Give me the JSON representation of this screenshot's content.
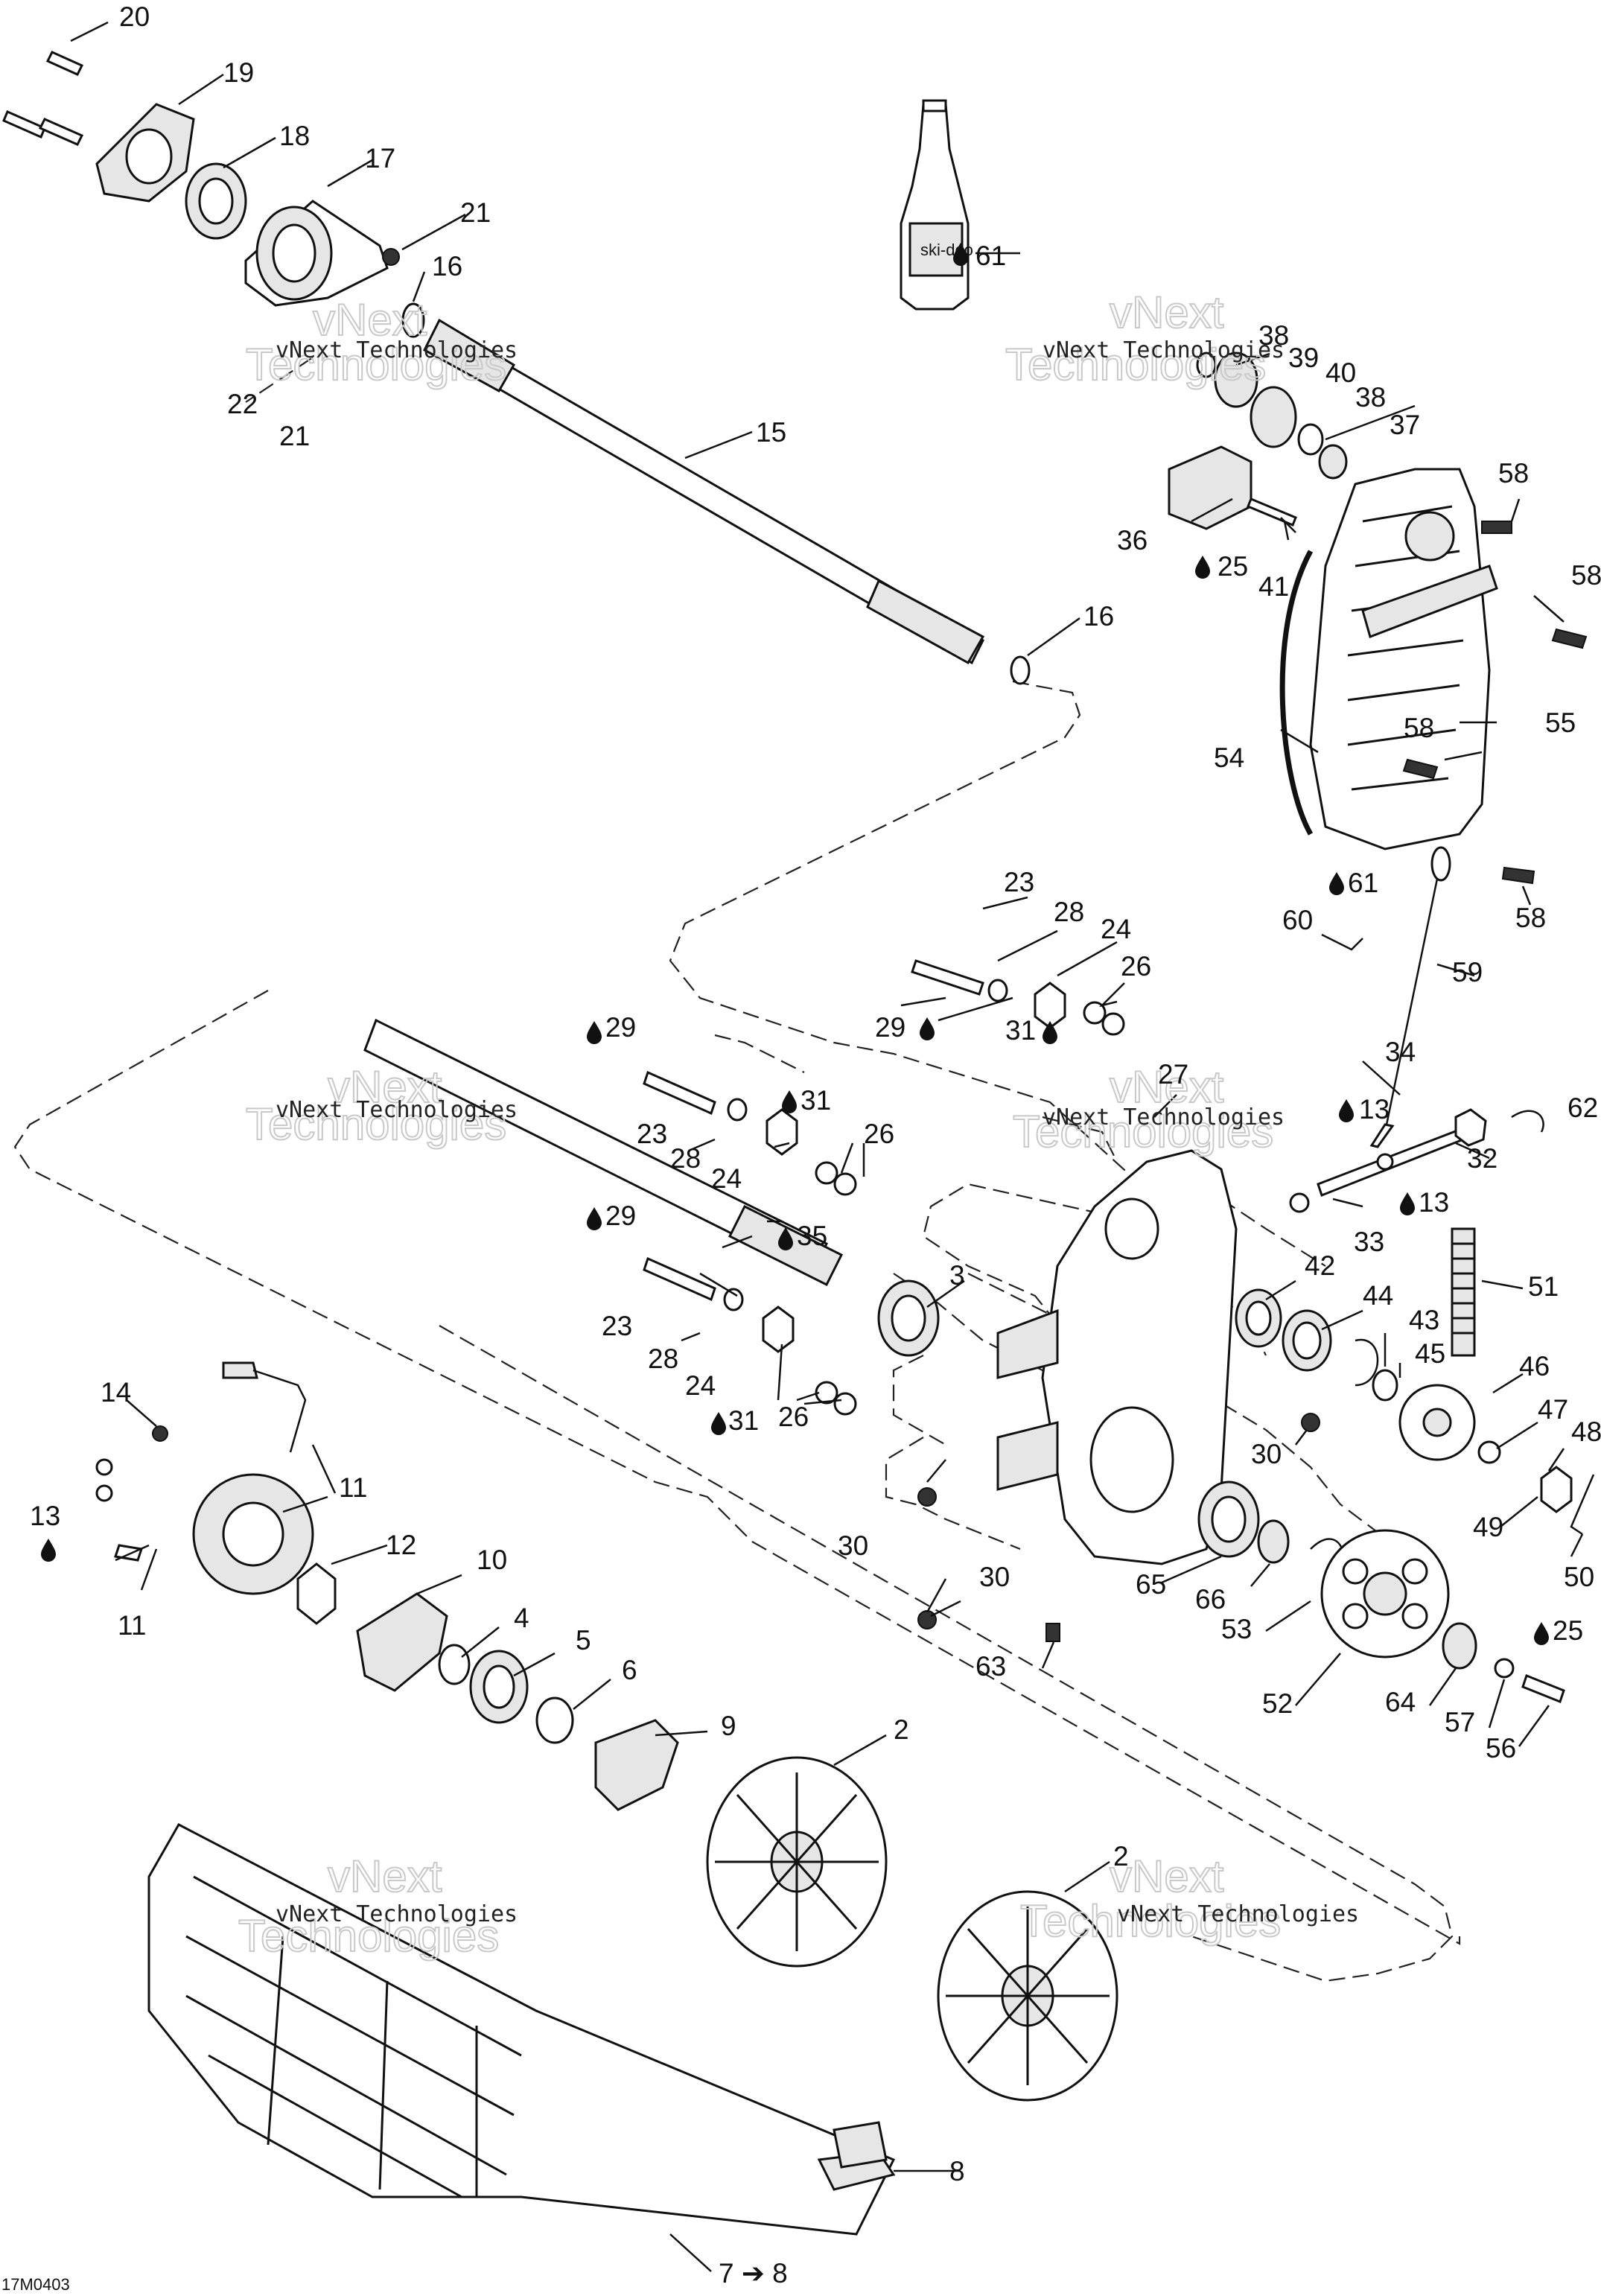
{
  "watermark": {
    "line1": "vNext Technologies",
    "big1": "vNext",
    "big2": "Technologies"
  },
  "reference_code": "17M0403",
  "product_label": "ski-doo",
  "callouts": {
    "c20": "20",
    "c19": "19",
    "c18": "18",
    "c17": "17",
    "c21a": "21",
    "c16a": "16",
    "c22": "22",
    "c21b": "21",
    "c15": "15",
    "c16b": "16",
    "c61a": "61",
    "c38a": "38",
    "c39": "39",
    "c40": "40",
    "c38b": "38",
    "c37": "37",
    "c36": "36",
    "c25a": "25",
    "c41": "41",
    "c58a": "58",
    "c58b": "58",
    "c58c": "58",
    "c58d": "58",
    "c54": "54",
    "c55": "55",
    "c61b": "61",
    "c60": "60",
    "c59": "59",
    "c23a": "23",
    "c28a": "28",
    "c24a": "24",
    "c26a": "26",
    "c29a": "29",
    "c31a": "31",
    "c29b": "29",
    "c31b": "31",
    "c23b": "23",
    "c28b": "28",
    "c24b": "24",
    "c26b": "26",
    "c27": "27",
    "c34": "34",
    "c13a": "13",
    "c62": "62",
    "c32": "32",
    "c33": "33",
    "c13b": "13",
    "c29c": "29",
    "c35": "35",
    "c3": "3",
    "c42": "42",
    "c44": "44",
    "c43": "43",
    "c51": "51",
    "c45": "45",
    "c23c": "23",
    "c28c": "28",
    "c24c": "24",
    "c31c": "31",
    "c26c": "26",
    "c46": "46",
    "c47": "47",
    "c48": "48",
    "c30a": "30",
    "c49": "49",
    "c50": "50",
    "c14": "14",
    "c11a": "11",
    "c13c": "13",
    "c11b": "11",
    "c12": "12",
    "c10": "10",
    "c30b": "30",
    "c30c": "30",
    "c65": "65",
    "c66": "66",
    "c53": "53",
    "c4": "4",
    "c5": "5",
    "c6": "6",
    "c63": "63",
    "c52": "52",
    "c64": "64",
    "c57": "57",
    "c56": "56",
    "c25b": "25",
    "c9": "9",
    "c2a": "2",
    "c2b": "2",
    "c8": "8",
    "c7": "7 ➔ 8"
  }
}
